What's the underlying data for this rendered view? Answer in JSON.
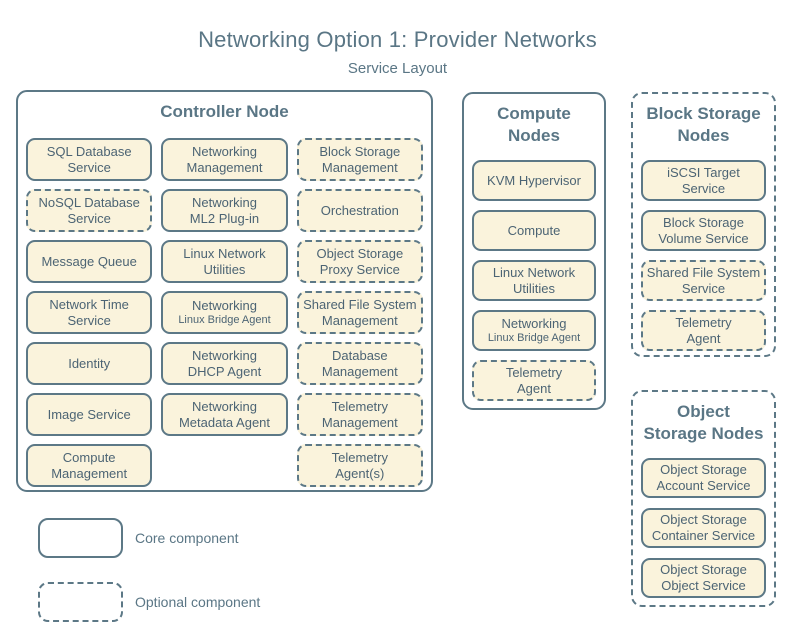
{
  "title": "Networking Option 1: Provider Networks",
  "subtitle": "Service Layout",
  "colors": {
    "background": "#ffffff",
    "box_fill": "#faf3dc",
    "border": "#5c7886",
    "box_text": "#4c6474",
    "heading_text": "#5a7685"
  },
  "groups": [
    {
      "id": "controller",
      "header_lines": [
        "Controller Node"
      ],
      "style": "solid",
      "cells": [
        {
          "lines": [
            "SQL Database",
            "Service"
          ],
          "style": "core"
        },
        {
          "lines": [
            "Networking",
            "Management"
          ],
          "style": "core"
        },
        {
          "lines": [
            "Block Storage",
            "Management"
          ],
          "style": "optional"
        },
        {
          "lines": [
            "NoSQL Database",
            "Service"
          ],
          "style": "optional"
        },
        {
          "lines": [
            "Networking",
            "ML2 Plug-in"
          ],
          "style": "core"
        },
        {
          "lines": [
            "Orchestration"
          ],
          "style": "optional"
        },
        {
          "lines": [
            "Message Queue"
          ],
          "style": "core"
        },
        {
          "lines": [
            "Linux Network",
            "Utilities"
          ],
          "style": "core"
        },
        {
          "lines": [
            "Object Storage",
            "Proxy Service"
          ],
          "style": "optional"
        },
        {
          "lines": [
            "Network Time",
            "Service"
          ],
          "style": "core"
        },
        {
          "lines": [
            "Networking"
          ],
          "sub": "Linux Bridge Agent",
          "style": "core"
        },
        {
          "lines": [
            "Shared File System",
            "Management"
          ],
          "style": "optional"
        },
        {
          "lines": [
            "Identity"
          ],
          "style": "core"
        },
        {
          "lines": [
            "Networking",
            "DHCP Agent"
          ],
          "style": "core"
        },
        {
          "lines": [
            "Database",
            "Management"
          ],
          "style": "optional"
        },
        {
          "lines": [
            "Image Service"
          ],
          "style": "core"
        },
        {
          "lines": [
            "Networking",
            "Metadata Agent"
          ],
          "style": "core"
        },
        {
          "lines": [
            "Telemetry",
            "Management"
          ],
          "style": "optional"
        },
        {
          "lines": [
            "Compute",
            "Management"
          ],
          "style": "core"
        },
        null,
        {
          "lines": [
            "Telemetry",
            "Agent(s)"
          ],
          "style": "optional"
        }
      ]
    },
    {
      "id": "compute",
      "header_lines": [
        "Compute",
        "Nodes"
      ],
      "style": "solid",
      "cells": [
        {
          "lines": [
            "KVM Hypervisor"
          ],
          "style": "core"
        },
        {
          "lines": [
            "Compute"
          ],
          "style": "core"
        },
        {
          "lines": [
            "Linux Network",
            "Utilities"
          ],
          "style": "core"
        },
        {
          "lines": [
            "Networking"
          ],
          "sub": "Linux Bridge Agent",
          "style": "core"
        },
        {
          "lines": [
            "Telemetry",
            "Agent"
          ],
          "style": "optional"
        }
      ]
    },
    {
      "id": "block",
      "header_lines": [
        "Block Storage",
        "Nodes"
      ],
      "style": "dashed",
      "cells": [
        {
          "lines": [
            "iSCSI Target",
            "Service"
          ],
          "style": "core"
        },
        {
          "lines": [
            "Block Storage",
            "Volume Service"
          ],
          "style": "core"
        },
        {
          "lines": [
            "Shared File System",
            "Service"
          ],
          "style": "optional"
        },
        {
          "lines": [
            "Telemetry",
            "Agent"
          ],
          "style": "optional"
        }
      ]
    },
    {
      "id": "object",
      "header_lines": [
        "Object",
        "Storage Nodes"
      ],
      "style": "dashed",
      "cells": [
        {
          "lines": [
            "Object Storage",
            "Account Service"
          ],
          "style": "core"
        },
        {
          "lines": [
            "Object Storage",
            "Container Service"
          ],
          "style": "core"
        },
        {
          "lines": [
            "Object Storage",
            "Object Service"
          ],
          "style": "core"
        }
      ]
    }
  ],
  "legend": [
    {
      "style": "core",
      "label": "Core component"
    },
    {
      "style": "optional",
      "label": "Optional component"
    }
  ]
}
